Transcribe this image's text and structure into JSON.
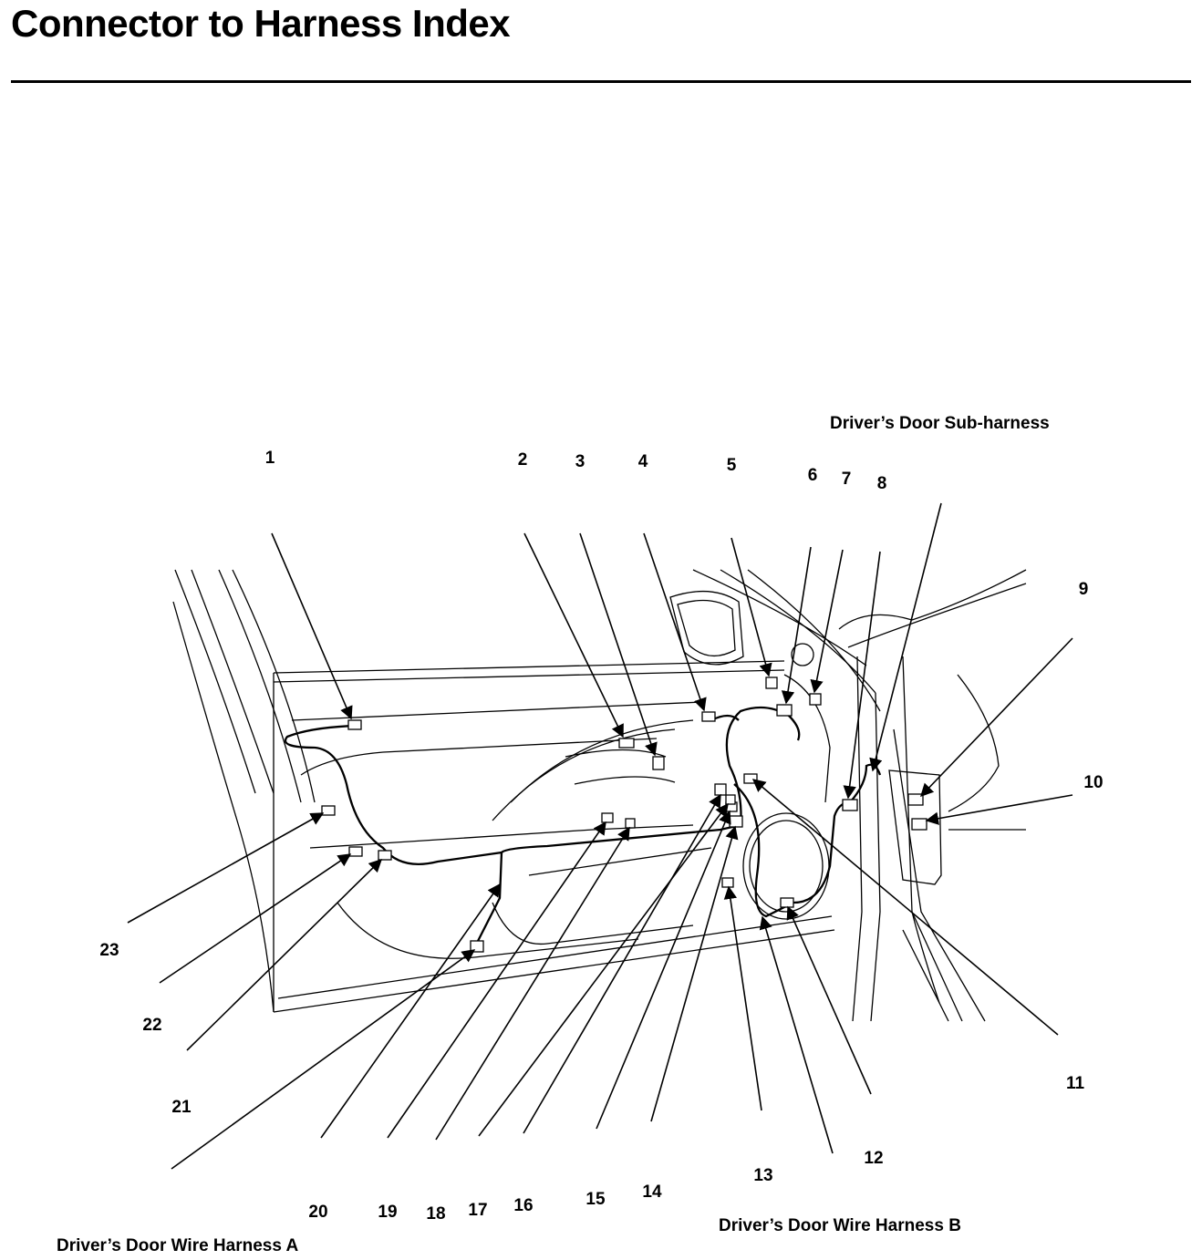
{
  "header": {
    "title": "Connector to Harness Index"
  },
  "labels": {
    "sub_harness": "Driver’s Door Sub-harness",
    "harness_a": "Driver’s Door Wire Harness A",
    "harness_b": "Driver’s Door Wire Harness B"
  },
  "callouts": [
    "1",
    "2",
    "3",
    "4",
    "5",
    "6",
    "7",
    "8",
    "9",
    "10",
    "11",
    "12",
    "13",
    "14",
    "15",
    "16",
    "17",
    "18",
    "19",
    "20",
    "21",
    "22",
    "23"
  ]
}
